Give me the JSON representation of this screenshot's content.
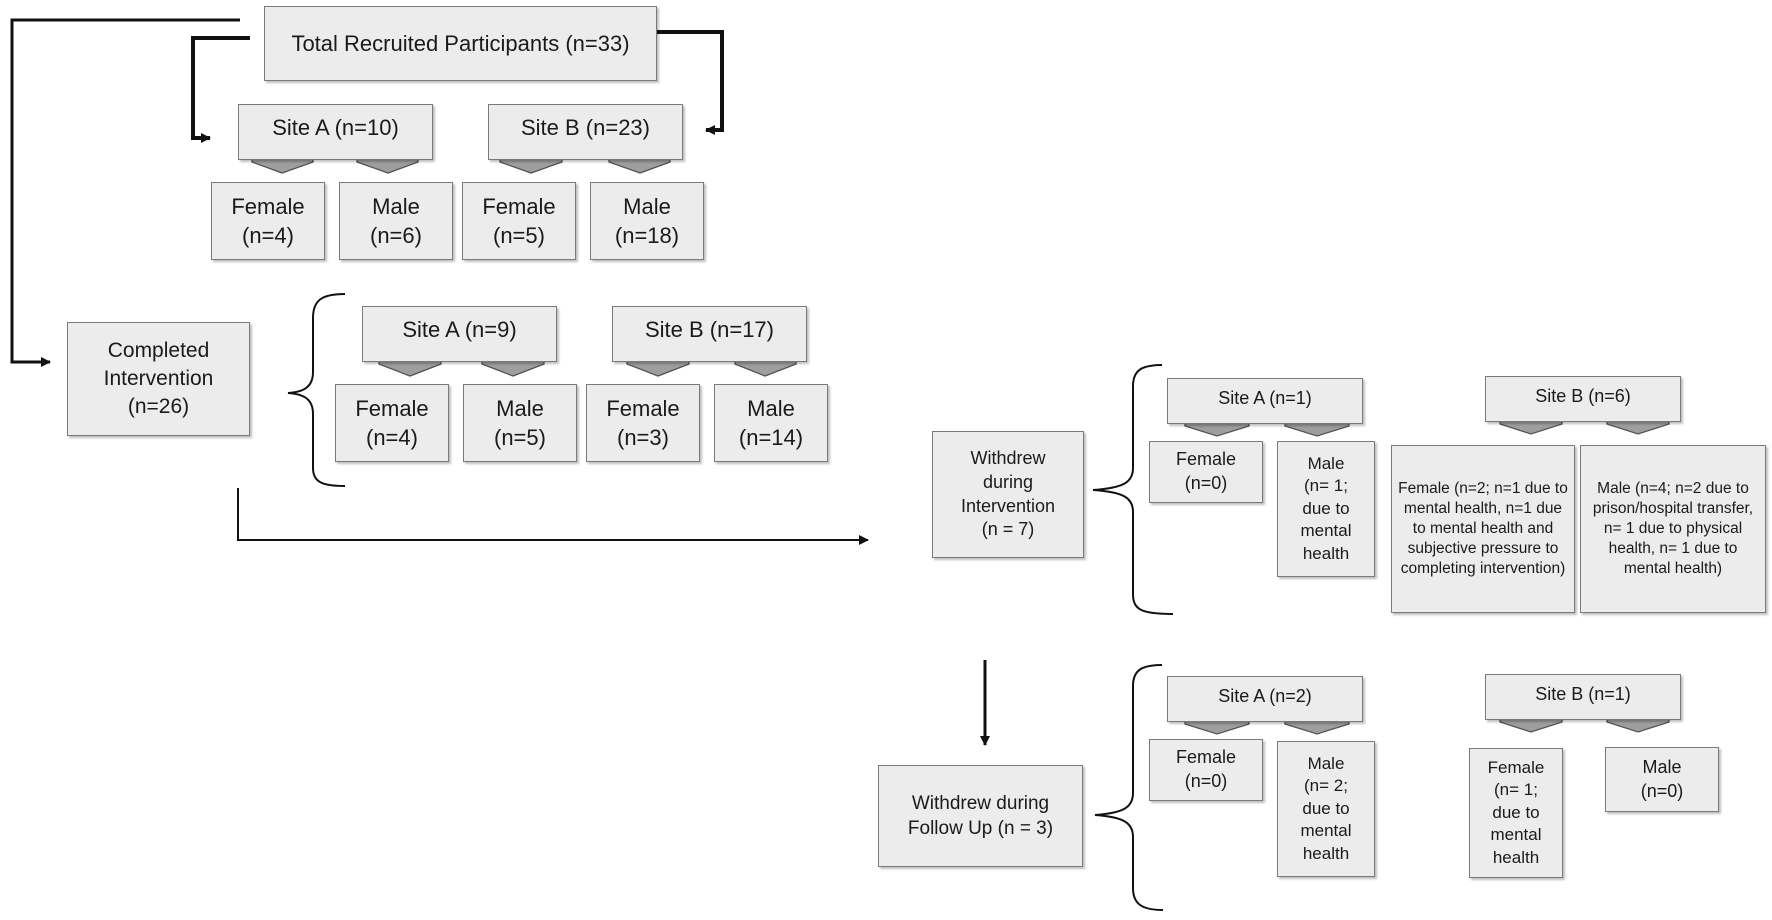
{
  "total": "Total Recruited Participants (n=33)",
  "recruited": {
    "site_a": {
      "label": "Site A (n=10)",
      "female": "Female\n(n=4)",
      "male": "Male\n(n=6)"
    },
    "site_b": {
      "label": "Site B (n=23)",
      "female": "Female\n(n=5)",
      "male": "Male\n(n=18)"
    }
  },
  "completed": {
    "label": "Completed\nIntervention\n(n=26)",
    "site_a": {
      "label": "Site A (n=9)",
      "female": "Female\n(n=4)",
      "male": "Male\n(n=5)"
    },
    "site_b": {
      "label": "Site B (n=17)",
      "female": "Female\n(n=3)",
      "male": "Male\n(n=14)"
    }
  },
  "withdrew_intervention": {
    "label": "Withdrew\nduring\nIntervention\n(n = 7)",
    "site_a": {
      "label": "Site A (n=1)",
      "female": "Female\n(n=0)",
      "male": "Male\n(n= 1;\ndue to\nmental\nhealth"
    },
    "site_b": {
      "label": "Site B (n=6)",
      "female": "Female (n=2; n=1 due to mental health, n=1 due to mental health and subjective pressure to completing intervention)",
      "male": "Male (n=4; n=2 due to prison/hospital transfer, n= 1 due to physical health, n= 1 due to mental health)"
    }
  },
  "withdrew_followup": {
    "label": "Withdrew during\nFollow Up (n = 3)",
    "site_a": {
      "label": "Site A (n=2)",
      "female": "Female\n(n=0)",
      "male": "Male\n(n= 2;\ndue to\nmental\nhealth"
    },
    "site_b": {
      "label": "Site B (n=1)",
      "female": "Female\n(n= 1;\ndue to\nmental\nhealth",
      "male": "Male\n(n=0)"
    }
  },
  "colors": {
    "box_fill": "#ececec",
    "box_border": "#7a7a7a",
    "chevron_fill": "#9e9e9e",
    "line": "#111111"
  }
}
